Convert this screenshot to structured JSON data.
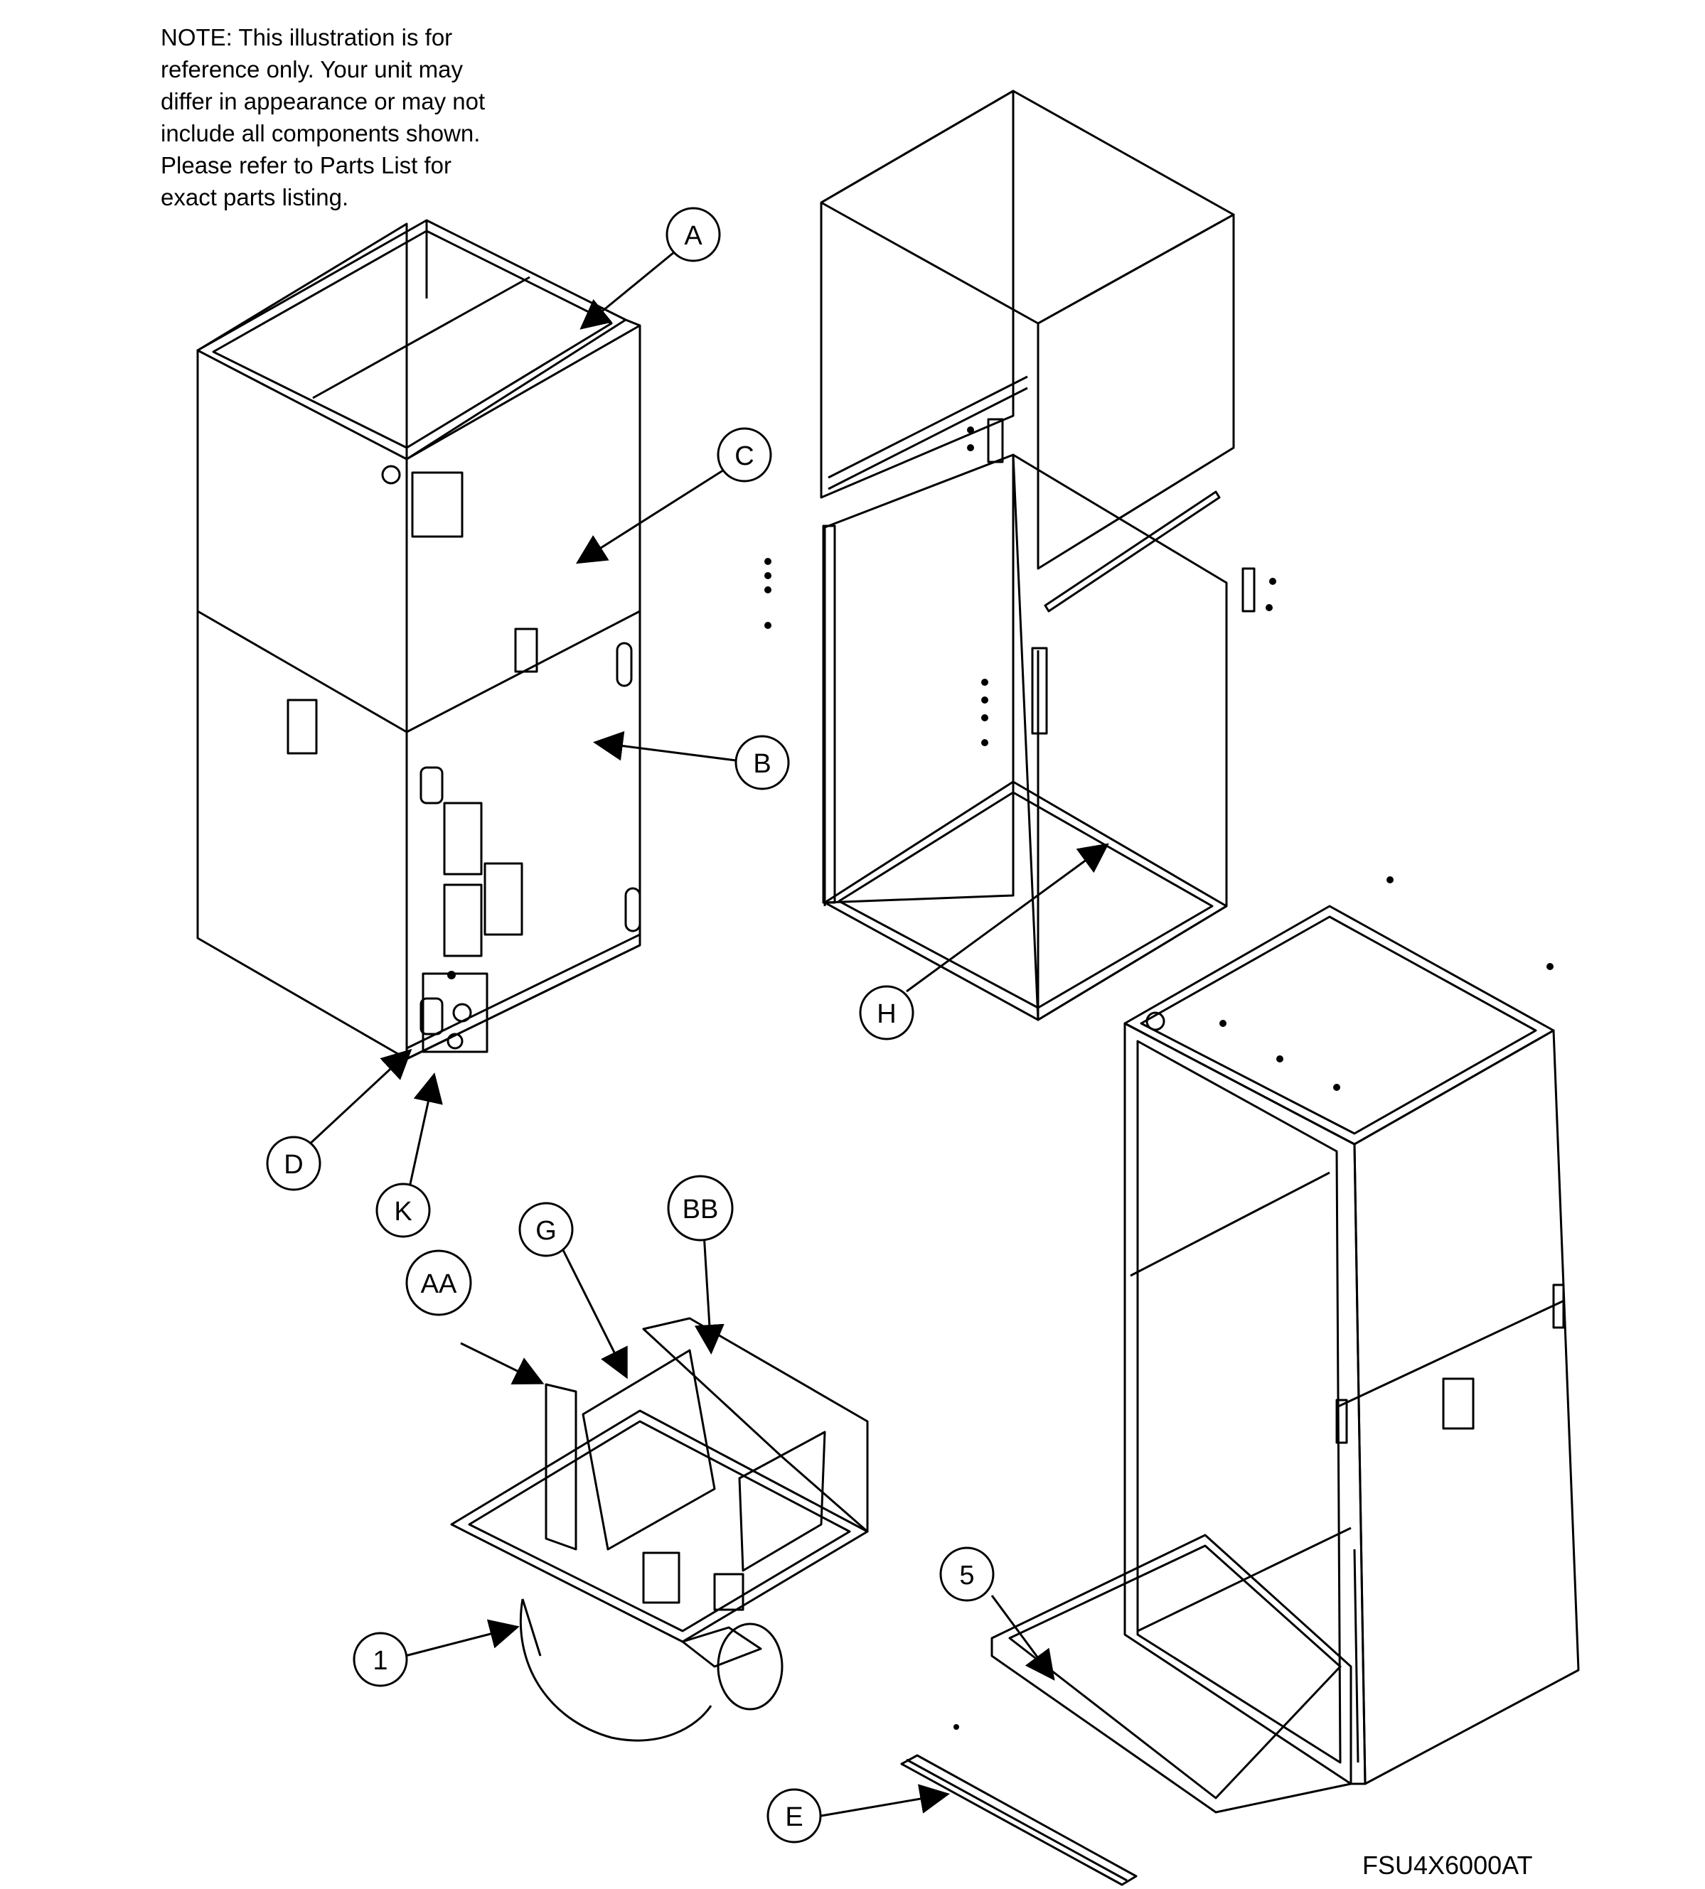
{
  "note": "NOTE: This illustration is for\nreference only.  Your unit may\ndiffer in appearance or may not\ninclude all components shown.\nPlease refer to Parts List for\nexact parts listing.",
  "model_number": "FSU4X6000AT",
  "callouts": {
    "A": "A",
    "C": "C",
    "B": "B",
    "D": "D",
    "K": "K",
    "H": "H",
    "AA": "AA",
    "G": "G",
    "BB": "BB",
    "n1": "1",
    "n5": "5",
    "E": "E"
  }
}
